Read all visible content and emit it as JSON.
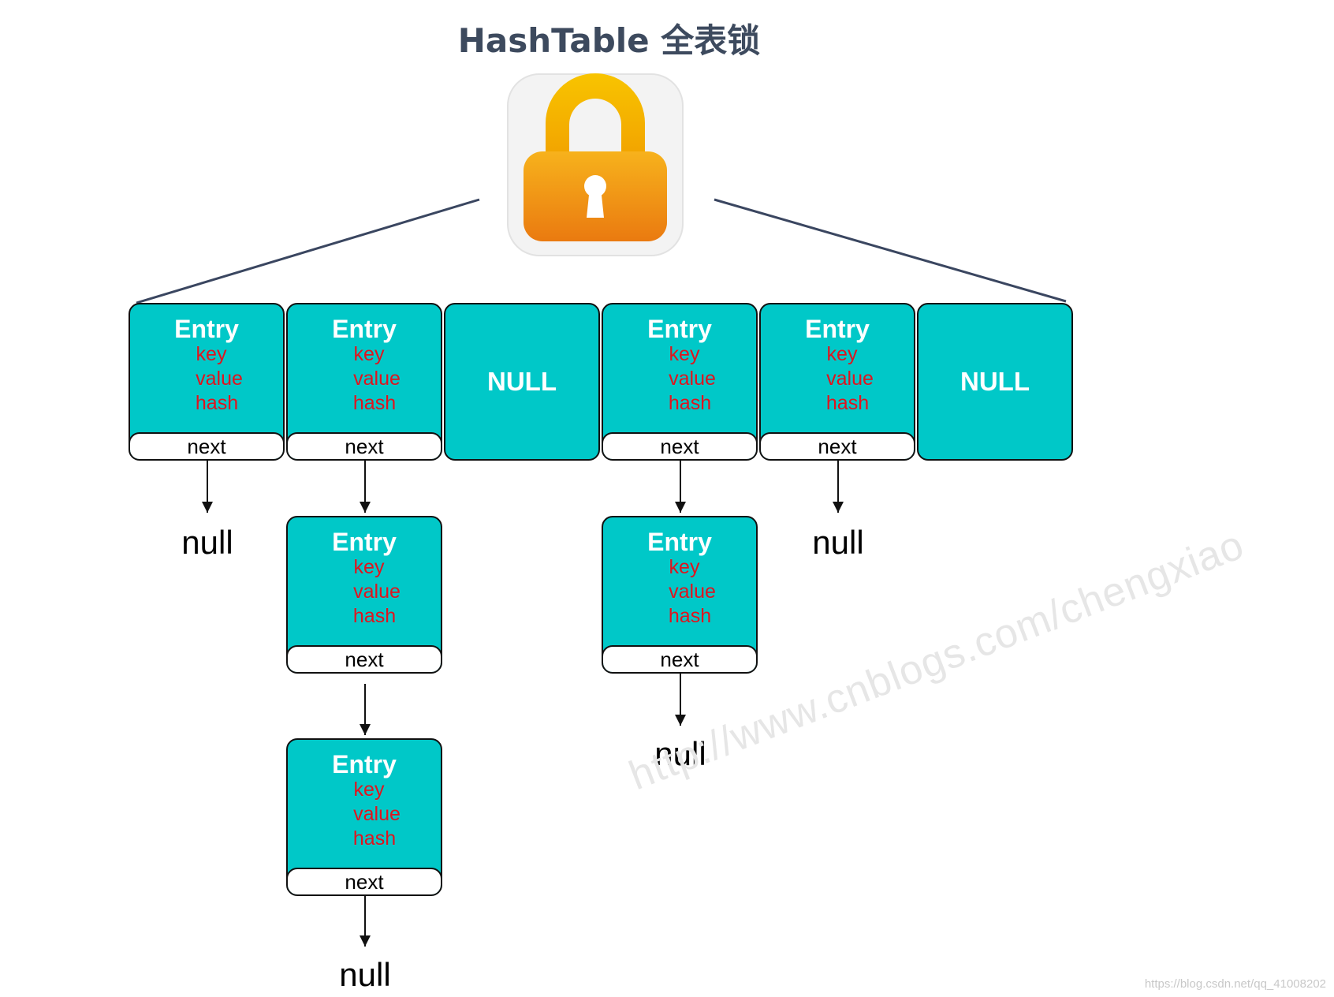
{
  "title": "HashTable 全表锁",
  "bucket_array": [
    {
      "kind": "entry",
      "label": "Entry",
      "fields": [
        "key",
        "value",
        "hash"
      ],
      "next_label": "next",
      "chain_end": "null"
    },
    {
      "kind": "entry",
      "label": "Entry",
      "fields": [
        "key",
        "value",
        "hash"
      ],
      "next_label": "next"
    },
    {
      "kind": "null",
      "label": "NULL"
    },
    {
      "kind": "entry",
      "label": "Entry",
      "fields": [
        "key",
        "value",
        "hash"
      ],
      "next_label": "next"
    },
    {
      "kind": "entry",
      "label": "Entry",
      "fields": [
        "key",
        "value",
        "hash"
      ],
      "next_label": "next",
      "chain_end": "null"
    },
    {
      "kind": "null",
      "label": "NULL"
    }
  ],
  "chain_bucket_2": [
    {
      "label": "Entry",
      "fields": [
        "key",
        "value",
        "hash"
      ],
      "next_label": "next"
    },
    {
      "label": "Entry",
      "fields": [
        "key",
        "value",
        "hash"
      ],
      "next_label": "next"
    }
  ],
  "chain_bucket_2_end": "null",
  "chain_bucket_4": [
    {
      "label": "Entry",
      "fields": [
        "key",
        "value",
        "hash"
      ],
      "next_label": "next"
    }
  ],
  "chain_bucket_4_end": "null",
  "watermark": "http://www.cnblogs.com/chengxiao",
  "credit": "https://blog.csdn.net/qq_41008202",
  "colors": {
    "cell_fill": "#00c8c8",
    "entry_text": "#ffffff",
    "field_text": "#e0141e",
    "title_text": "#3d4a5e",
    "lock_body": "#f29a12",
    "lock_shackle": "#f6b800"
  },
  "icons": {
    "lock": "padlock-icon"
  }
}
